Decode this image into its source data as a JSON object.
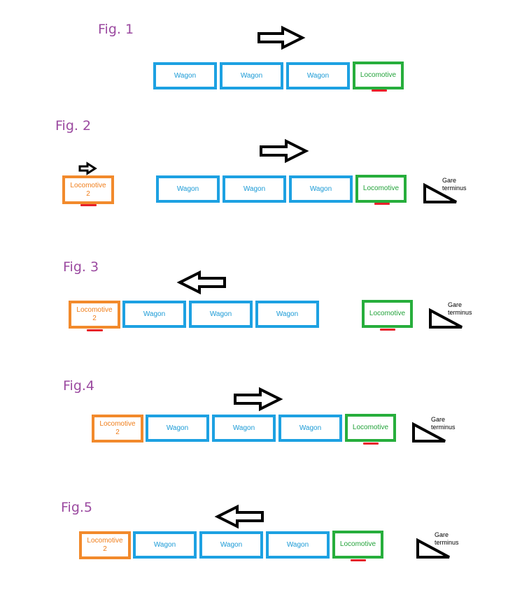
{
  "colors": {
    "title": "#9b4aa0",
    "wagon": "#1da1e2",
    "locomotive": "#27ae3c",
    "locomotive_2": "#f28a2c",
    "cab_marker": "#e8202a",
    "arrow": "#000000"
  },
  "figures": [
    {
      "title": "Fig. 1",
      "arrow_direction": "right",
      "locomotive_2": null,
      "wagons": [
        "Wagon",
        "Wagon",
        "Wagon"
      ],
      "locomotive": "Locomotive",
      "gare": null
    },
    {
      "title": "Fig. 2",
      "arrow_direction": "right",
      "locomotive_2": "Locomotive\n2",
      "locomotive_2_arrow": "right",
      "wagons": [
        "Wagon",
        "Wagon",
        "Wagon"
      ],
      "locomotive": "Locomotive",
      "gare": "Gare\nterminus"
    },
    {
      "title": "Fig. 3",
      "arrow_direction": "left",
      "locomotive_2": "Locomotive\n2",
      "wagons": [
        "Wagon",
        "Wagon",
        "Wagon"
      ],
      "locomotive": "Locomotive",
      "gare": "Gare\nterminus"
    },
    {
      "title": "Fig.4",
      "arrow_direction": "right",
      "locomotive_2": "Locomotive\n2",
      "wagons": [
        "Wagon",
        "Wagon",
        "Wagon"
      ],
      "locomotive": "Locomotive",
      "gare": "Gare\nterminus"
    },
    {
      "title": "Fig.5",
      "arrow_direction": "left",
      "locomotive_2": "Locomotive\n2",
      "wagons": [
        "Wagon",
        "Wagon",
        "Wagon"
      ],
      "locomotive": "Locomotive",
      "gare": "Gare\nterminus"
    }
  ]
}
